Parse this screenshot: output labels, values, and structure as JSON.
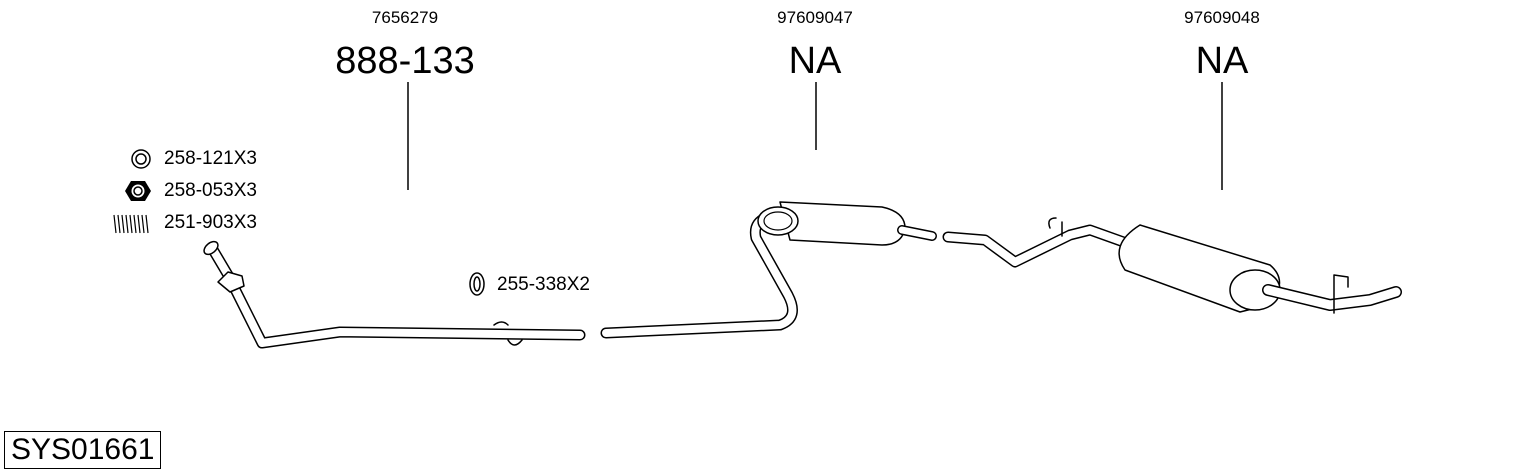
{
  "parts": [
    {
      "number": "7656279",
      "code": "888-133"
    },
    {
      "number": "97609047",
      "code": "NA"
    },
    {
      "number": "97609048",
      "code": "NA"
    }
  ],
  "accessories": [
    {
      "code": "258-121X3",
      "icon": "ring-washer-icon"
    },
    {
      "code": "258-053X3",
      "icon": "hex-nut-icon"
    },
    {
      "code": "251-903X3",
      "icon": "spring-icon"
    },
    {
      "code": "255-338X2",
      "icon": "rubber-hanger-icon"
    }
  ],
  "system_id": "SYS01661"
}
